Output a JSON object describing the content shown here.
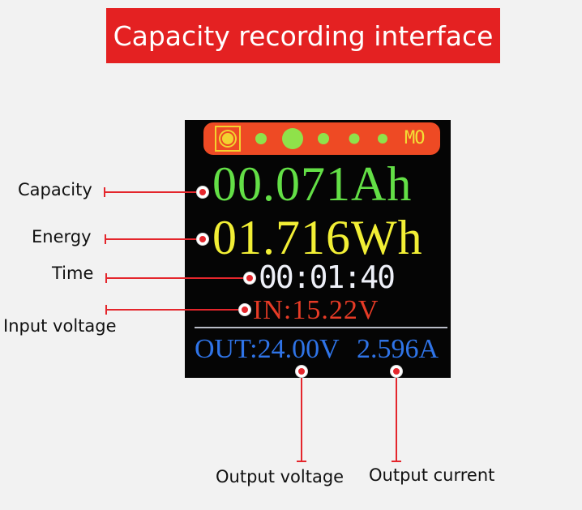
{
  "banner": {
    "title": "Capacity recording interface"
  },
  "screen": {
    "status_bar": {
      "sun_icon": "sun-icon",
      "indicator": "MO"
    },
    "capacity": "00.071Ah",
    "energy": "01.716Wh",
    "time": "00:01:40",
    "input_voltage": "IN:15.22V",
    "output_voltage": "OUT:24.00V",
    "output_current": "2.596A"
  },
  "callouts": {
    "capacity": "Capacity",
    "energy": "Energy",
    "time": "Time",
    "input_voltage": "Input voltage",
    "output_voltage": "Output voltage",
    "output_current": "Output current"
  },
  "colors": {
    "banner": "#e42122",
    "status_bar": "#ee4a24",
    "capacity": "#63df46",
    "energy": "#f2ef35",
    "time": "#eef0f8",
    "input": "#e73b26",
    "output": "#2f74e8",
    "marker": "#e4262c"
  }
}
